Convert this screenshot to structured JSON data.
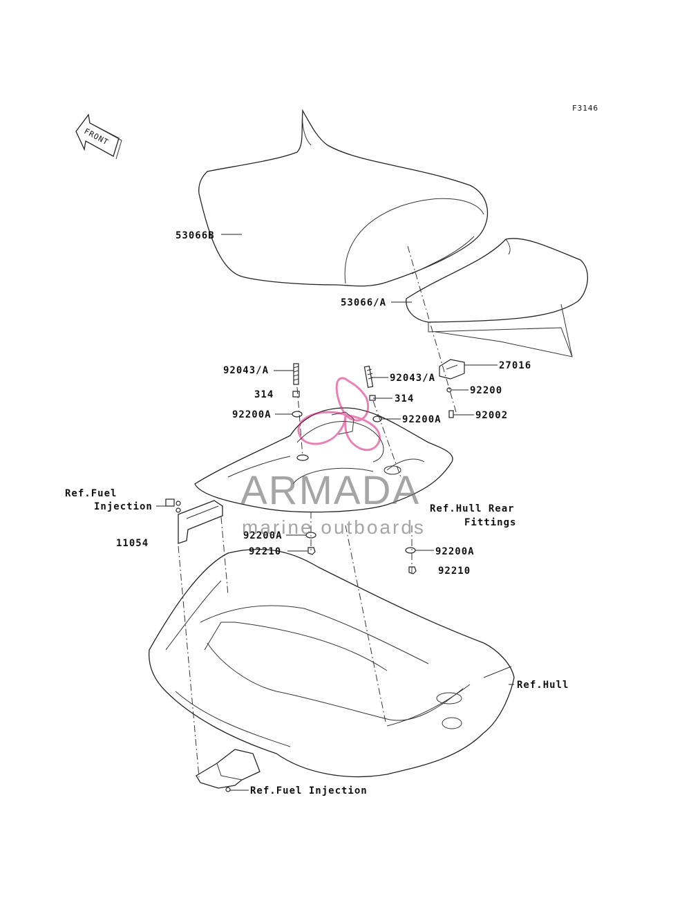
{
  "figure_code": "F3146",
  "front_arrow": {
    "text": "FRONT"
  },
  "labels": {
    "seat_front": "53066B",
    "seat_rear": "53066/A",
    "latch": "27016",
    "bolt_left": "92043/A",
    "bolt_right": "92043/A",
    "collar_left": "314",
    "collar_right": "314",
    "washer_left_top": "92200A",
    "washer_right_top": "92200A",
    "washer_latch": "92200",
    "bolt_latch": "92002",
    "ref_fuel_line1": "Ref.Fuel",
    "ref_fuel_line2": "Injection",
    "bracket": "11054",
    "washer_left_bottom": "92200A",
    "nut_left_bottom": "92210",
    "ref_hull_rear_line1": "Ref.Hull Rear",
    "ref_hull_rear_line2": "Fittings",
    "washer_right_bottom": "92200A",
    "nut_right_bottom": "92210",
    "ref_hull": "Ref.Hull",
    "ref_fuel_bottom": "Ref.Fuel Injection"
  },
  "watermark": {
    "brand": "ARMADA",
    "tagline": "marine outboards",
    "logo_color": "#d81b7a"
  }
}
